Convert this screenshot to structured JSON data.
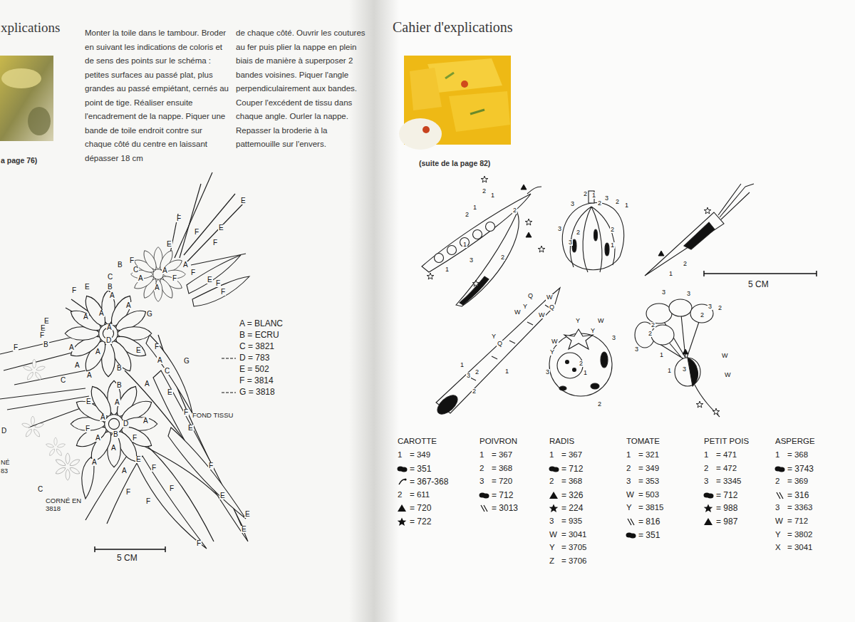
{
  "diagram": {
    "title": "Cahier d'explications",
    "labels": [
      "xplications",
      "Monter la toile dans le tambour. Broder en suivant les indications de coloris et de sens des points sur le schéma : petites surfaces au passé plat, plus grandes au passé empiétant, cernés au point de tige. Réaliser ensuite l'encadrement de la nappe. Piquer une bande de toile endroit contre sur chaque côté du centre en laissant dépasser 18 cm",
      "de chaque côté. Ouvrir les coutures au fer puis plier la nappe en plein biais de manière à superposer 2 bandes voisines. Piquer l'angle perpendiculairement aux bandes. Couper l'excédent de tissu dans chaque angle. Ourler la nappe. Repasser la broderie à la pattemouille sur l'envers.",
      "a page 76)",
      "(suite de la page 82)",
      "A = BLANC",
      "B = ECRU",
      "C = 3821",
      "E = 502",
      "F = 3814",
      "FOND TISSU",
      "CORNÉ EN 3818",
      "5 CM",
      "5 CM",
      "NÉ",
      "83",
      "F",
      "E",
      "F",
      "E",
      "E",
      "F",
      "F",
      "C",
      "B",
      "A",
      "A",
      "A",
      "F",
      "A",
      "F",
      "E",
      "F",
      "F",
      "C",
      "B",
      "E",
      "F",
      "A",
      "A",
      "G",
      "E",
      "E",
      "F",
      "A",
      "A",
      "A",
      "B",
      "A",
      "D",
      "A",
      "A",
      "A",
      "C",
      "B",
      "E",
      "A",
      "F",
      "G",
      "C",
      "A",
      "E",
      "B",
      "E",
      "A",
      "A",
      "B",
      "F",
      "A",
      "D",
      "A",
      "A",
      "A",
      "F",
      "E",
      "F",
      "F",
      "A",
      "E",
      "F",
      "F",
      "F",
      "C",
      "F",
      "E",
      "E",
      "E",
      "F",
      "F",
      "D",
      "2",
      "1",
      "2",
      "1",
      "2",
      "3",
      "1",
      "2",
      "1",
      "3",
      "2",
      "1",
      "3",
      "2",
      "1",
      "2",
      "3",
      "3",
      "2",
      "2",
      "1",
      "1",
      "2",
      "W",
      "Q",
      "Y",
      "W",
      "Q",
      "W",
      "Y",
      "Q",
      "1",
      "1",
      "2",
      "3",
      "2",
      "Y",
      "W",
      "Y",
      "3",
      "W",
      "Y",
      "3",
      "2",
      "1",
      "2",
      "3",
      "3",
      "3",
      "2",
      "2",
      "2",
      "3",
      "2",
      "1",
      "1",
      "3",
      "W",
      "W",
      "CAROTTE",
      "1",
      "= 349",
      "2",
      "= 611",
      "POIVRON",
      "1",
      "= 367",
      "2",
      "= 368",
      "3",
      "= 720",
      "RADIS",
      "1",
      "= 367",
      "2",
      "= 368",
      "3",
      "= 935",
      "W",
      "= 3041",
      "Y",
      "= 3705",
      "Z",
      "= 3706",
      "TOMATE",
      "1",
      "= 321",
      "2",
      "= 349",
      "3",
      "= 353",
      "W",
      "= 503",
      "Y",
      "= 3815",
      "PETIT POIS",
      "1",
      "= 471",
      "2",
      "= 472",
      "3",
      "= 3345",
      "ASPERGE",
      "1",
      "= 368",
      "2",
      "= 369",
      "3",
      "= 3363",
      "W",
      "= 712",
      "Y",
      "= 3802",
      "X",
      "= 3041"
    ],
    "legend": [
      {
        "text": "D = 783"
      },
      {
        "text": "G = 3818"
      },
      {
        "text": "= 351"
      },
      {
        "text": "= 367-368"
      },
      {
        "text": "= 720"
      },
      {
        "text": "= 722"
      },
      {
        "text": "= 712"
      },
      {
        "text": "= 3013"
      },
      {
        "text": "= 712"
      },
      {
        "text": "= 326"
      },
      {
        "text": "= 224"
      },
      {
        "text": "= 816"
      },
      {
        "text": "= 351"
      },
      {
        "text": "= 712"
      },
      {
        "text": "= 988"
      },
      {
        "text": "= 987"
      },
      {
        "text": "= 3743"
      },
      {
        "text": "= 316"
      }
    ]
  }
}
